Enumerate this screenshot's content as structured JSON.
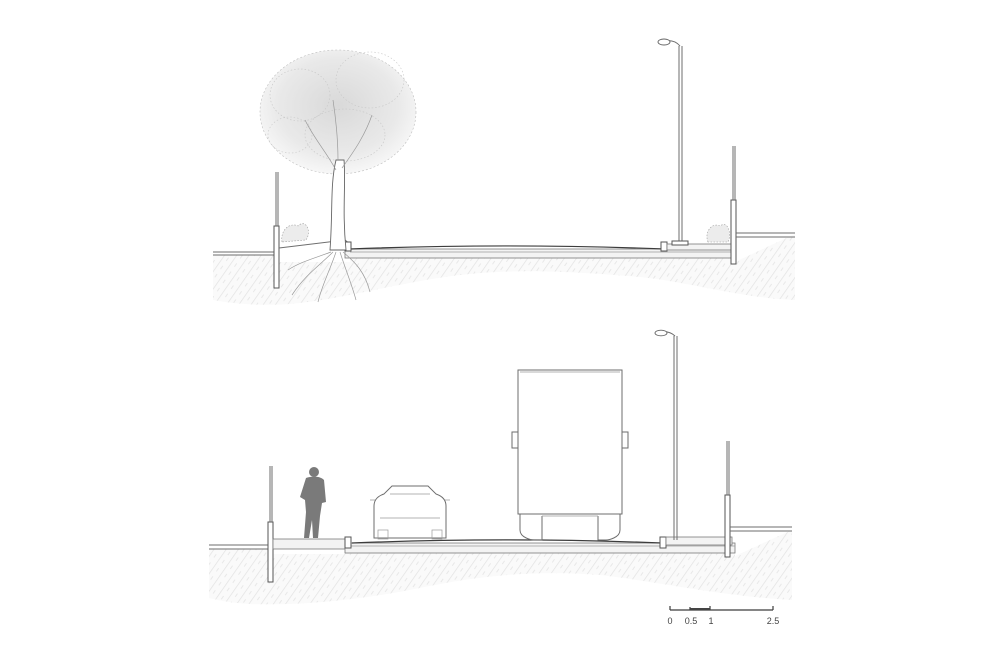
{
  "scale_bar": {
    "ticks": [
      {
        "label": "0"
      },
      {
        "label": "0.5"
      },
      {
        "label": "1"
      },
      {
        "label": "2.5"
      }
    ]
  },
  "colors": {
    "ink": "#6e6e6e",
    "ground_hatch": "#cfcfcf",
    "pedestrian_fill": "#7a7a7a",
    "background": "#ffffff"
  },
  "icons": {
    "tree": "tree-icon",
    "street_lamp": "street-lamp-icon",
    "pedestrian": "pedestrian-icon",
    "car": "car-front-icon",
    "truck": "truck-rear-icon",
    "shrub": "shrub-icon"
  }
}
